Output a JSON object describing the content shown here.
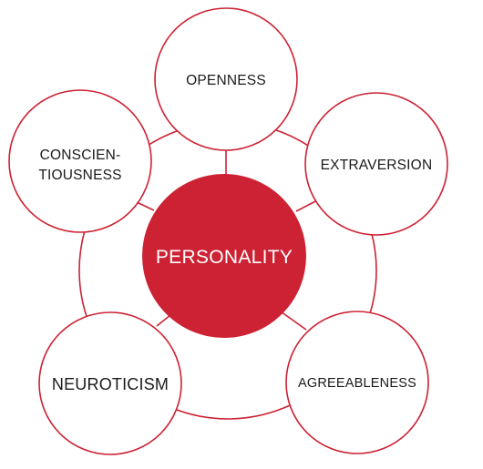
{
  "diagram": {
    "center": {
      "label": "PERSONALITY"
    },
    "traits": {
      "openness": {
        "label": "OPENNESS"
      },
      "extraversion": {
        "label": "EXTRAVERSION"
      },
      "agreeableness": {
        "label": "AGREEABLENESS"
      },
      "neuroticism": {
        "label": "NEUROTICISM"
      },
      "conscientiousness": {
        "label_line1": "CONSCIEN-",
        "label_line2": "TIOUSNESS"
      }
    }
  },
  "colors": {
    "accent": "#cc2233",
    "text": "#1a1a1a",
    "background": "#ffffff"
  }
}
